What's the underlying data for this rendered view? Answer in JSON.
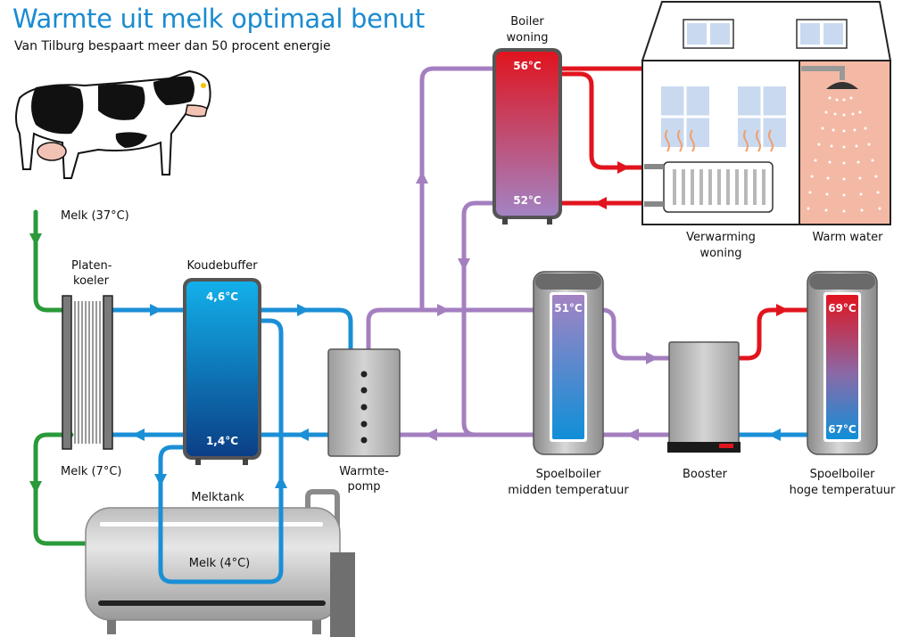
{
  "header": {
    "title": "Warmte uit melk optimaal benut",
    "subtitle": "Van Tilburg bespaart meer dan 50 procent energie"
  },
  "labels": {
    "melk_in": "Melk (37°C)",
    "platenkoeler_1": "Platen-",
    "platenkoeler_2": "koeler",
    "melk_out": "Melk (7°C)",
    "koudebuffer": "Koudebuffer",
    "melktank": "Melktank",
    "melk_tank": "Melk (4°C)",
    "warmtepomp_1": "Warmte-",
    "warmtepomp_2": "pomp",
    "boiler_1": "Boiler",
    "boiler_2": "woning",
    "verwarming_1": "Verwarming",
    "verwarming_2": "woning",
    "warm_water": "Warm water",
    "spoel_mid_1": "Spoelboiler",
    "spoel_mid_2": "midden temperatuur",
    "booster": "Booster",
    "spoel_hoog_1": "Spoelboiler",
    "spoel_hoog_2": "hoge temperatuur"
  },
  "temps": {
    "buffer_top": "4,6°C",
    "buffer_bottom": "1,4°C",
    "boiler_top": "56°C",
    "boiler_bottom": "52°C",
    "spoel_mid": "51°C",
    "spoel_hoog_top": "69°C",
    "spoel_hoog_bottom": "67°C"
  },
  "colors": {
    "title": "#1a8bd0",
    "green_pipe": "#2a9a3a",
    "blue_pipe": "#1b8fd6",
    "purple_pipe": "#a47fc0",
    "red_pipe": "#e1141e",
    "house_wall": "#f4b9a5"
  }
}
